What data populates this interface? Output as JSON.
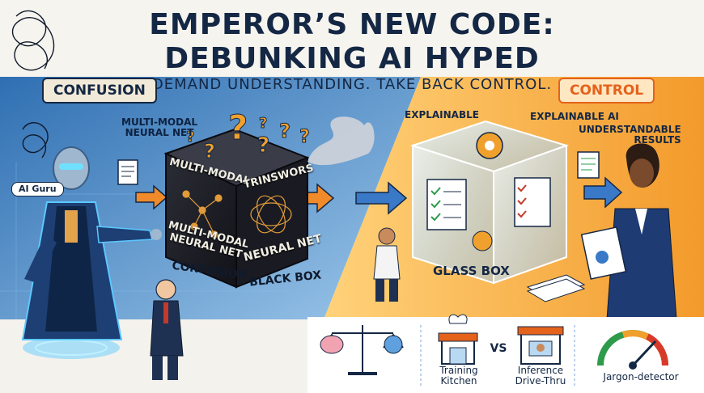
{
  "title": {
    "line1": "EMPEROR’S NEW CODE:",
    "line2": "DEBUNKING AI HYPED"
  },
  "subtitle": "DEMAND UNDERSTANDING. TAKE BACK CONTROL.",
  "left": {
    "badge": "CONFUSION",
    "guru_label": "AI Guru",
    "multimodal_top": "MULTI-MODAL\nNEURAL NET",
    "cube_face_left": "MULTI-MODAL",
    "cube_face_left_bottom": "MULTI-MODAL\nNEURAL NET",
    "cube_face_right": "TRINSWORS",
    "cube_face_right_bottom": "NEURAL NET",
    "confusion_label": "CONFUSION",
    "black_box_label": "BLACK BOX"
  },
  "right": {
    "badge": "CONTROL",
    "explainable": "EXPLAINABLE",
    "explainable_ai": "EXPLAINABLE AI",
    "understandable": "UNDERSTANDABLE\nRESULTS",
    "glass_box_label": "GLASS BOX"
  },
  "bottom": {
    "training": "Training\nKitchen",
    "vs": "VS",
    "inference": "Inference\nDrive-Thru",
    "jargon": "Jargon-detector"
  },
  "colors": {
    "navy": "#142744",
    "blue_bg": "#3f84c7",
    "orange_bg": "#f5a73c",
    "accent_orange": "#e4621b",
    "cube_dark": "#1d1e28"
  }
}
